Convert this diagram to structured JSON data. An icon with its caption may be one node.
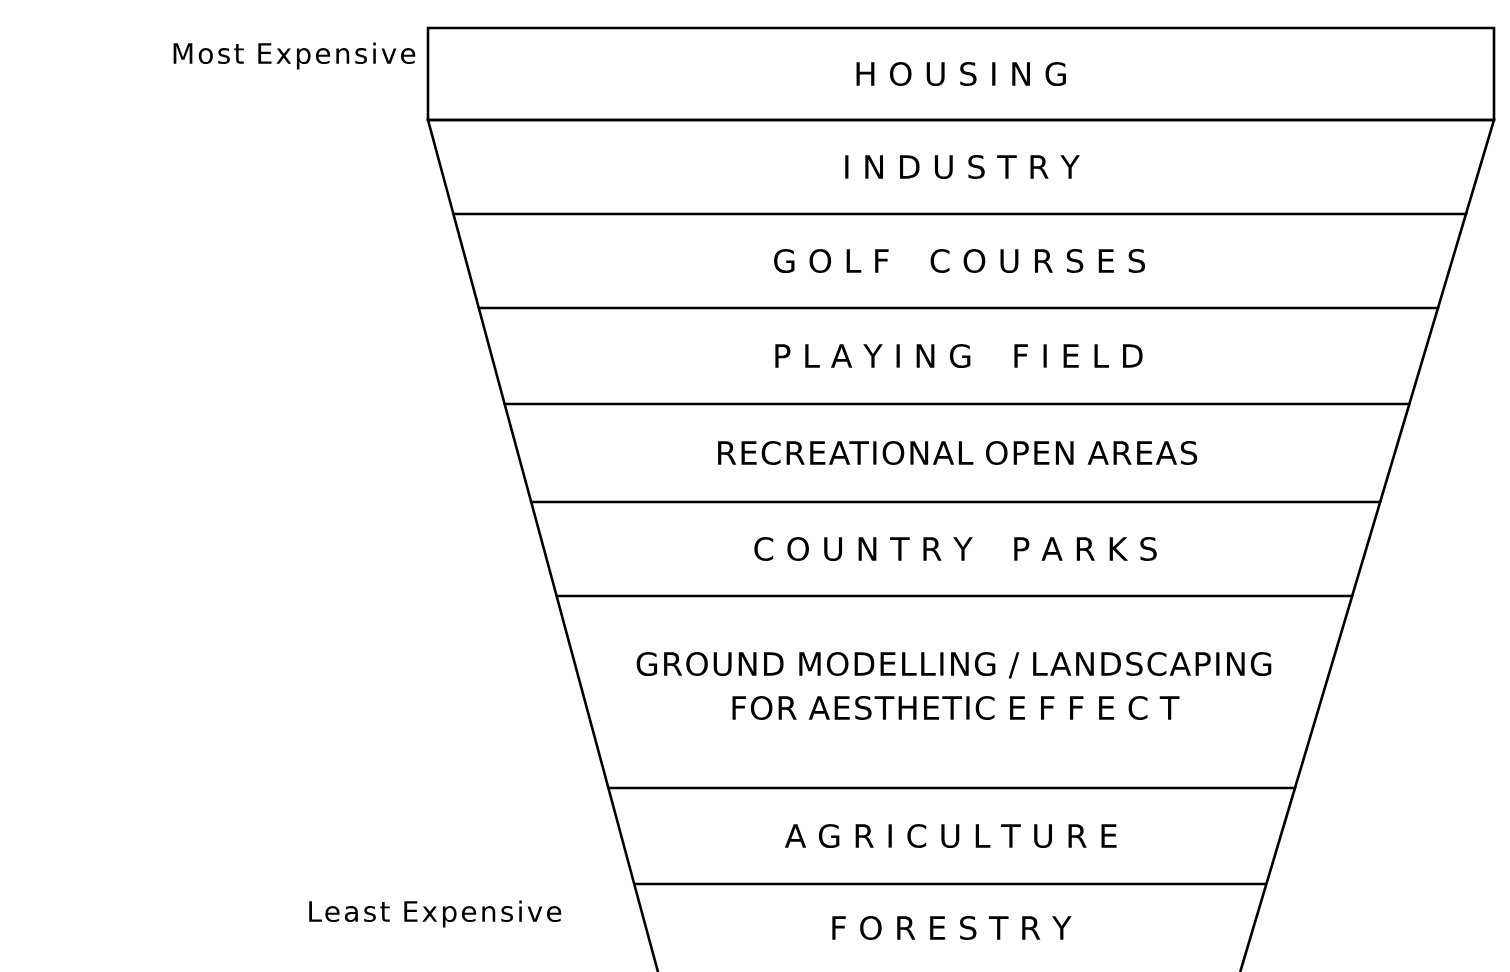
{
  "diagram": {
    "nodes": [
      {
        "text": [
          "H O U S I N G"
        ]
      },
      {
        "text": [
          "I N D U S T R Y"
        ]
      },
      {
        "text": [
          "G O L F  C O U R S E S"
        ]
      },
      {
        "text": [
          "P L A Y I N G  F I E L D"
        ]
      },
      {
        "text": [
          "RECREATIONAL OPEN AREAS"
        ]
      },
      {
        "text": [
          "C O U N T R Y  P A R K S"
        ]
      },
      {
        "text": [
          "GROUND MODELLING / LANDSCAPING FOR AESTHETIC E F F E C T"
        ]
      },
      {
        "text": [
          "A G R I C U L T U R E"
        ]
      },
      {
        "text": [
          "F O R E S T R Y"
        ]
      }
    ],
    "labels": [
      "Most Expensive",
      "Least Expensive"
    ]
  }
}
